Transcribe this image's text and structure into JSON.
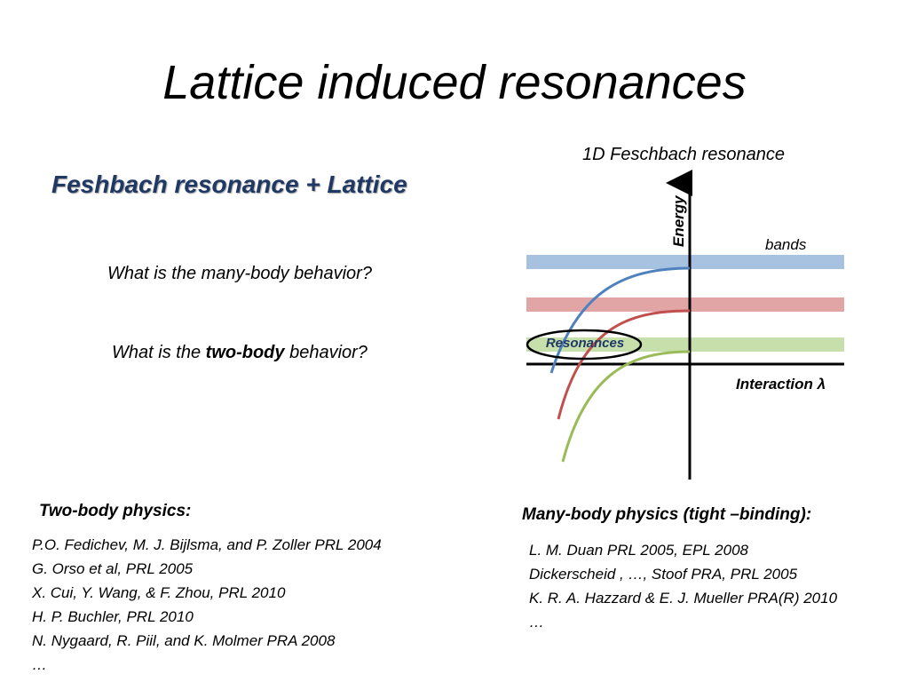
{
  "title": "Lattice induced resonances",
  "subheading": "Feshbach resonance + Lattice",
  "questions": {
    "q1": "What is the many-body behavior?",
    "q2_prefix": "What is the ",
    "q2_bold": "two-body",
    "q2_suffix": " behavior?"
  },
  "diagram": {
    "title": "1D Feschbach resonance",
    "y_axis_label": "Energy",
    "x_axis_label": "Interaction λ",
    "bands_label": "bands",
    "resonances_label": "Resonances",
    "colors": {
      "blue": "#a7c1e0",
      "red": "#e2a5a6",
      "green": "#c7dfaa",
      "blue_curve": "#4f81bd",
      "red_curve": "#c0504d",
      "green_curve": "#9bbb59"
    }
  },
  "two_body": {
    "heading": "Two-body physics:",
    "refs": [
      "P.O. Fedichev, M. J. Bijlsma, and P. Zoller PRL 2004",
      "G. Orso et al, PRL 2005",
      "X. Cui, Y. Wang, & F. Zhou, PRL 2010",
      "H. P. Buchler, PRL 2010",
      "N. Nygaard, R. Piil, and K. Molmer PRA 2008",
      "…"
    ]
  },
  "many_body": {
    "heading": "Many-body physics (tight –binding):",
    "refs": [
      "L. M. Duan PRL 2005, EPL 2008",
      "Dickerscheid , …, Stoof PRA, PRL 2005",
      "K. R. A. Hazzard & E. J. Mueller PRA(R) 2010",
      "…"
    ]
  }
}
